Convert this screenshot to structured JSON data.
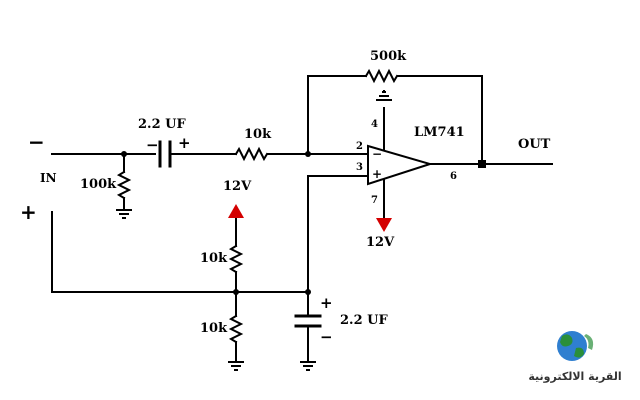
{
  "circuit": {
    "input_label": "IN",
    "output_label": "OUT",
    "input_minus": "−",
    "input_plus": "+",
    "opamp": {
      "name": "LM741",
      "pin_inverting": "2",
      "pin_noninverting": "3",
      "pin_v_neg": "4",
      "pin_output": "6",
      "pin_v_pos": "7",
      "minus_sign": "−",
      "plus_sign": "+"
    },
    "components": {
      "r_input_shunt": "100k",
      "c_input": "2.2 UF",
      "r_input_series": "10k",
      "r_feedback": "500k",
      "r_bias_top": "10k",
      "r_bias_bottom": "10k",
      "c_bias": "2.2 UF"
    },
    "polarity": {
      "c_input_minus": "−",
      "c_input_plus": "+",
      "c_bias_plus": "+",
      "c_bias_minus": "−"
    },
    "supply": {
      "bias_supply_label": "12V",
      "opamp_supply_label": "12V",
      "arrow_color": "#d40000"
    }
  },
  "watermark": {
    "text": "القرية الالكترونية",
    "globe_color": "#2a8f3a",
    "ocean_color": "#2f7fd0"
  }
}
